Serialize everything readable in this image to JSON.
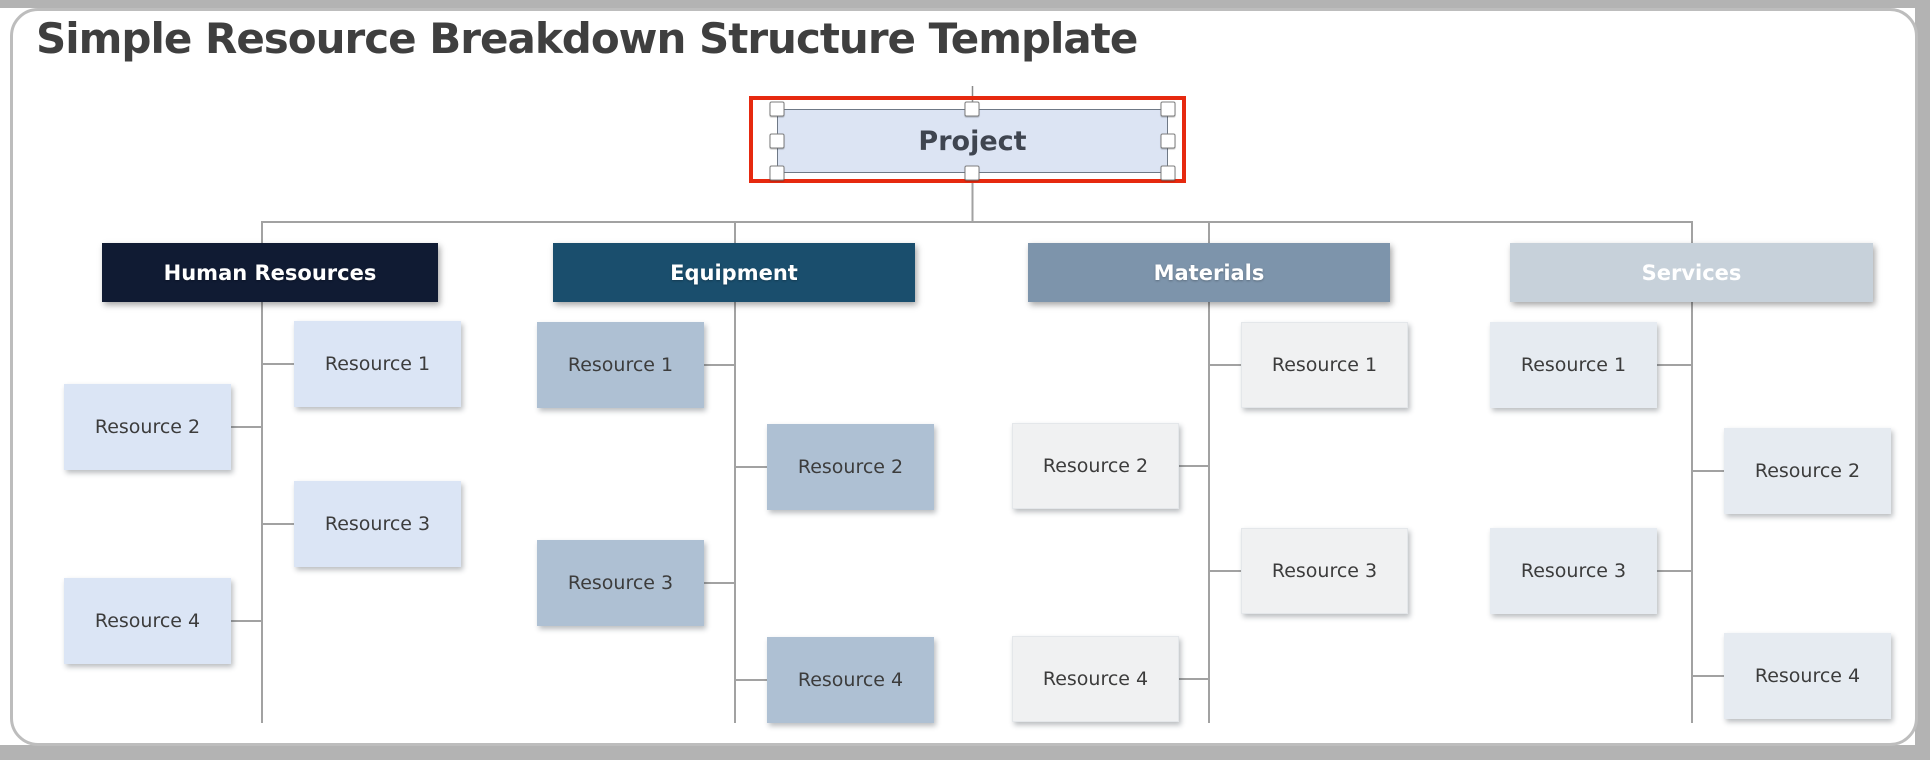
{
  "page": {
    "title": "Simple Resource Breakdown Structure Template"
  },
  "project": {
    "label": "Project",
    "selected": true
  },
  "columns": [
    {
      "id": "human-resources",
      "label": "Human Resources",
      "header_color": "#101b33",
      "box_color": "#dbe5f5",
      "resources": [
        "Resource 1",
        "Resource 2",
        "Resource 3",
        "Resource 4"
      ]
    },
    {
      "id": "equipment",
      "label": "Equipment",
      "header_color": "#1a4e6d",
      "box_color": "#aec0d3",
      "resources": [
        "Resource 1",
        "Resource 2",
        "Resource 3",
        "Resource 4"
      ]
    },
    {
      "id": "materials",
      "label": "Materials",
      "header_color": "#7d94ab",
      "box_color": "#f0f1f2",
      "resources": [
        "Resource 1",
        "Resource 2",
        "Resource 3",
        "Resource 4"
      ]
    },
    {
      "id": "services",
      "label": "Services",
      "header_color": "#c7d1da",
      "box_color": "#e6ebf1",
      "resources": [
        "Resource 1",
        "Resource 2",
        "Resource 3",
        "Resource 4"
      ]
    }
  ],
  "colors": {
    "selection_outline": "#e6290f",
    "connector_line": "#a2a2a2",
    "project_fill": "#dce4f3",
    "title_text": "#3f3f3f",
    "card_border": "#bdbdbd",
    "edge_gray": "#b3b3b3"
  }
}
